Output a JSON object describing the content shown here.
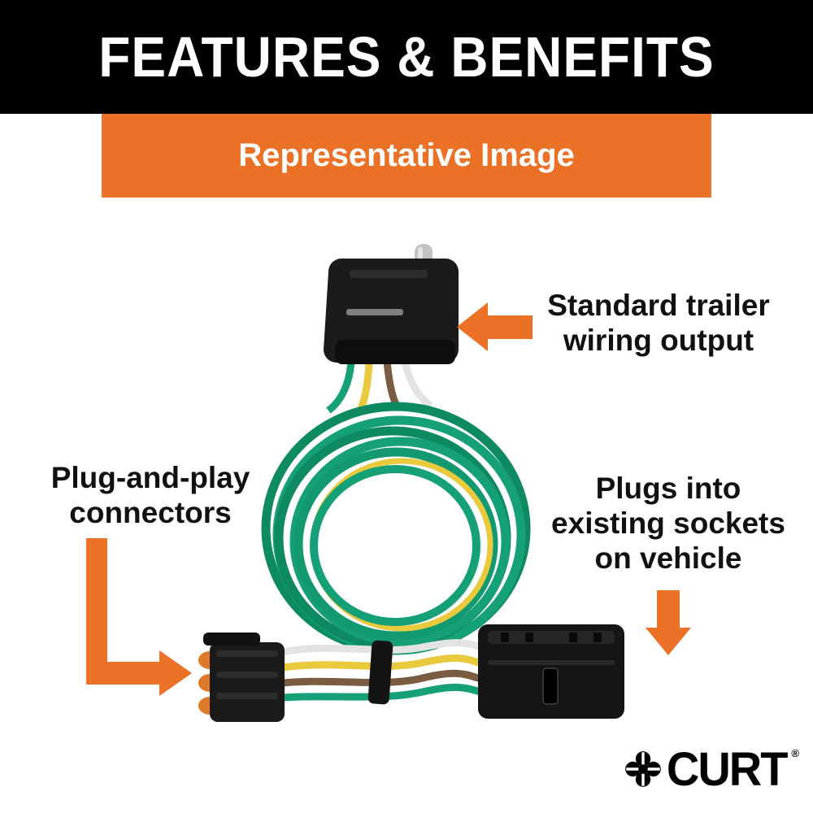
{
  "header": {
    "title": "FEATURES & BENEFITS"
  },
  "banner": {
    "label": "Representative Image"
  },
  "callouts": {
    "output": {
      "line1": "Standard trailer",
      "line2": "wiring output"
    },
    "plug": {
      "line1": "Plug-and-play",
      "line2": "connectors"
    },
    "sockets": {
      "line1": "Plugs into",
      "line2": "existing sockets",
      "line3": "on vehicle"
    }
  },
  "logo": {
    "text": "CURT",
    "registered": "®"
  },
  "colors": {
    "accent_orange": "#EA7125",
    "header_bg": "#000000",
    "wire_green": "#16A077",
    "wire_green_dark": "#0E8A63",
    "wire_yellow": "#E9CA3C",
    "wire_brown": "#7A5C42",
    "wire_white": "#E3E3E3",
    "connector_black": "#1A1A1A"
  }
}
